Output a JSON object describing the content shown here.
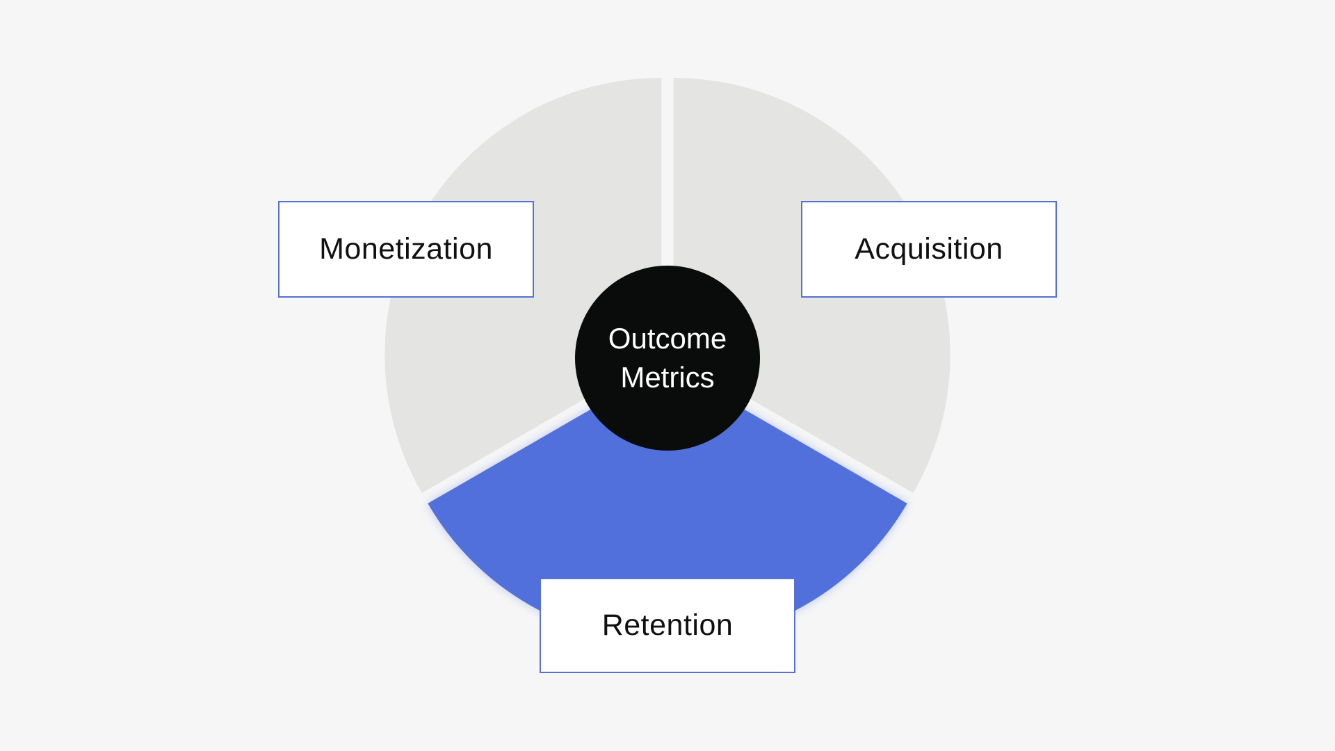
{
  "diagram": {
    "center": {
      "line1": "Outcome",
      "line2": "Metrics"
    },
    "segments": [
      {
        "id": "acquisition",
        "label": "Acquisition",
        "highlighted": false
      },
      {
        "id": "retention",
        "label": "Retention",
        "highlighted": true
      },
      {
        "id": "monetization",
        "label": "Monetization",
        "highlighted": false
      }
    ]
  },
  "colors": {
    "background": "#f6f6f6",
    "segment_default": "#e4e4e3",
    "segment_highlight": "#5270dc",
    "hub": "#0a0c0b",
    "box_border": "#5570d6"
  }
}
